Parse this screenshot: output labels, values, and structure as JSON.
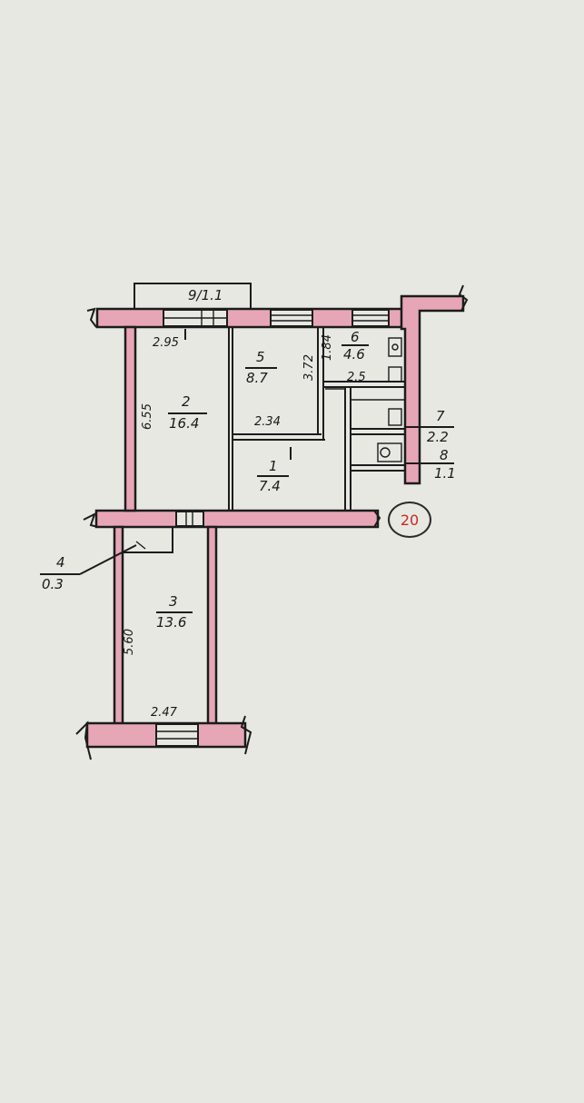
{
  "rooms": [
    {
      "id": "room-1",
      "number": "1",
      "area": "7.4"
    },
    {
      "id": "room-2",
      "number": "2",
      "area": "16.4"
    },
    {
      "id": "room-3",
      "number": "3",
      "area": "13.6"
    },
    {
      "id": "room-4",
      "number": "4",
      "area": "0.3"
    },
    {
      "id": "room-5",
      "number": "5",
      "area": "8.7"
    },
    {
      "id": "room-6",
      "number": "6",
      "area": "4.6"
    },
    {
      "id": "room-7",
      "number": "7",
      "area": "2.2"
    },
    {
      "id": "room-8",
      "number": "8",
      "area": "1.1"
    },
    {
      "id": "room-9",
      "number": "9",
      "area": "1.1"
    }
  ],
  "balcony_label": "9/1.1",
  "dimensions": [
    "2.95",
    "6.55",
    "3.72",
    "1.84",
    "2.5",
    "2.34",
    "5.60",
    "2.47"
  ],
  "apartment_number": "20",
  "colors": {
    "paper": "#e6e8e1",
    "wall_fill": "#e7a6b6",
    "ink": "#1c1c1c",
    "apartment_number": "#c62828"
  }
}
